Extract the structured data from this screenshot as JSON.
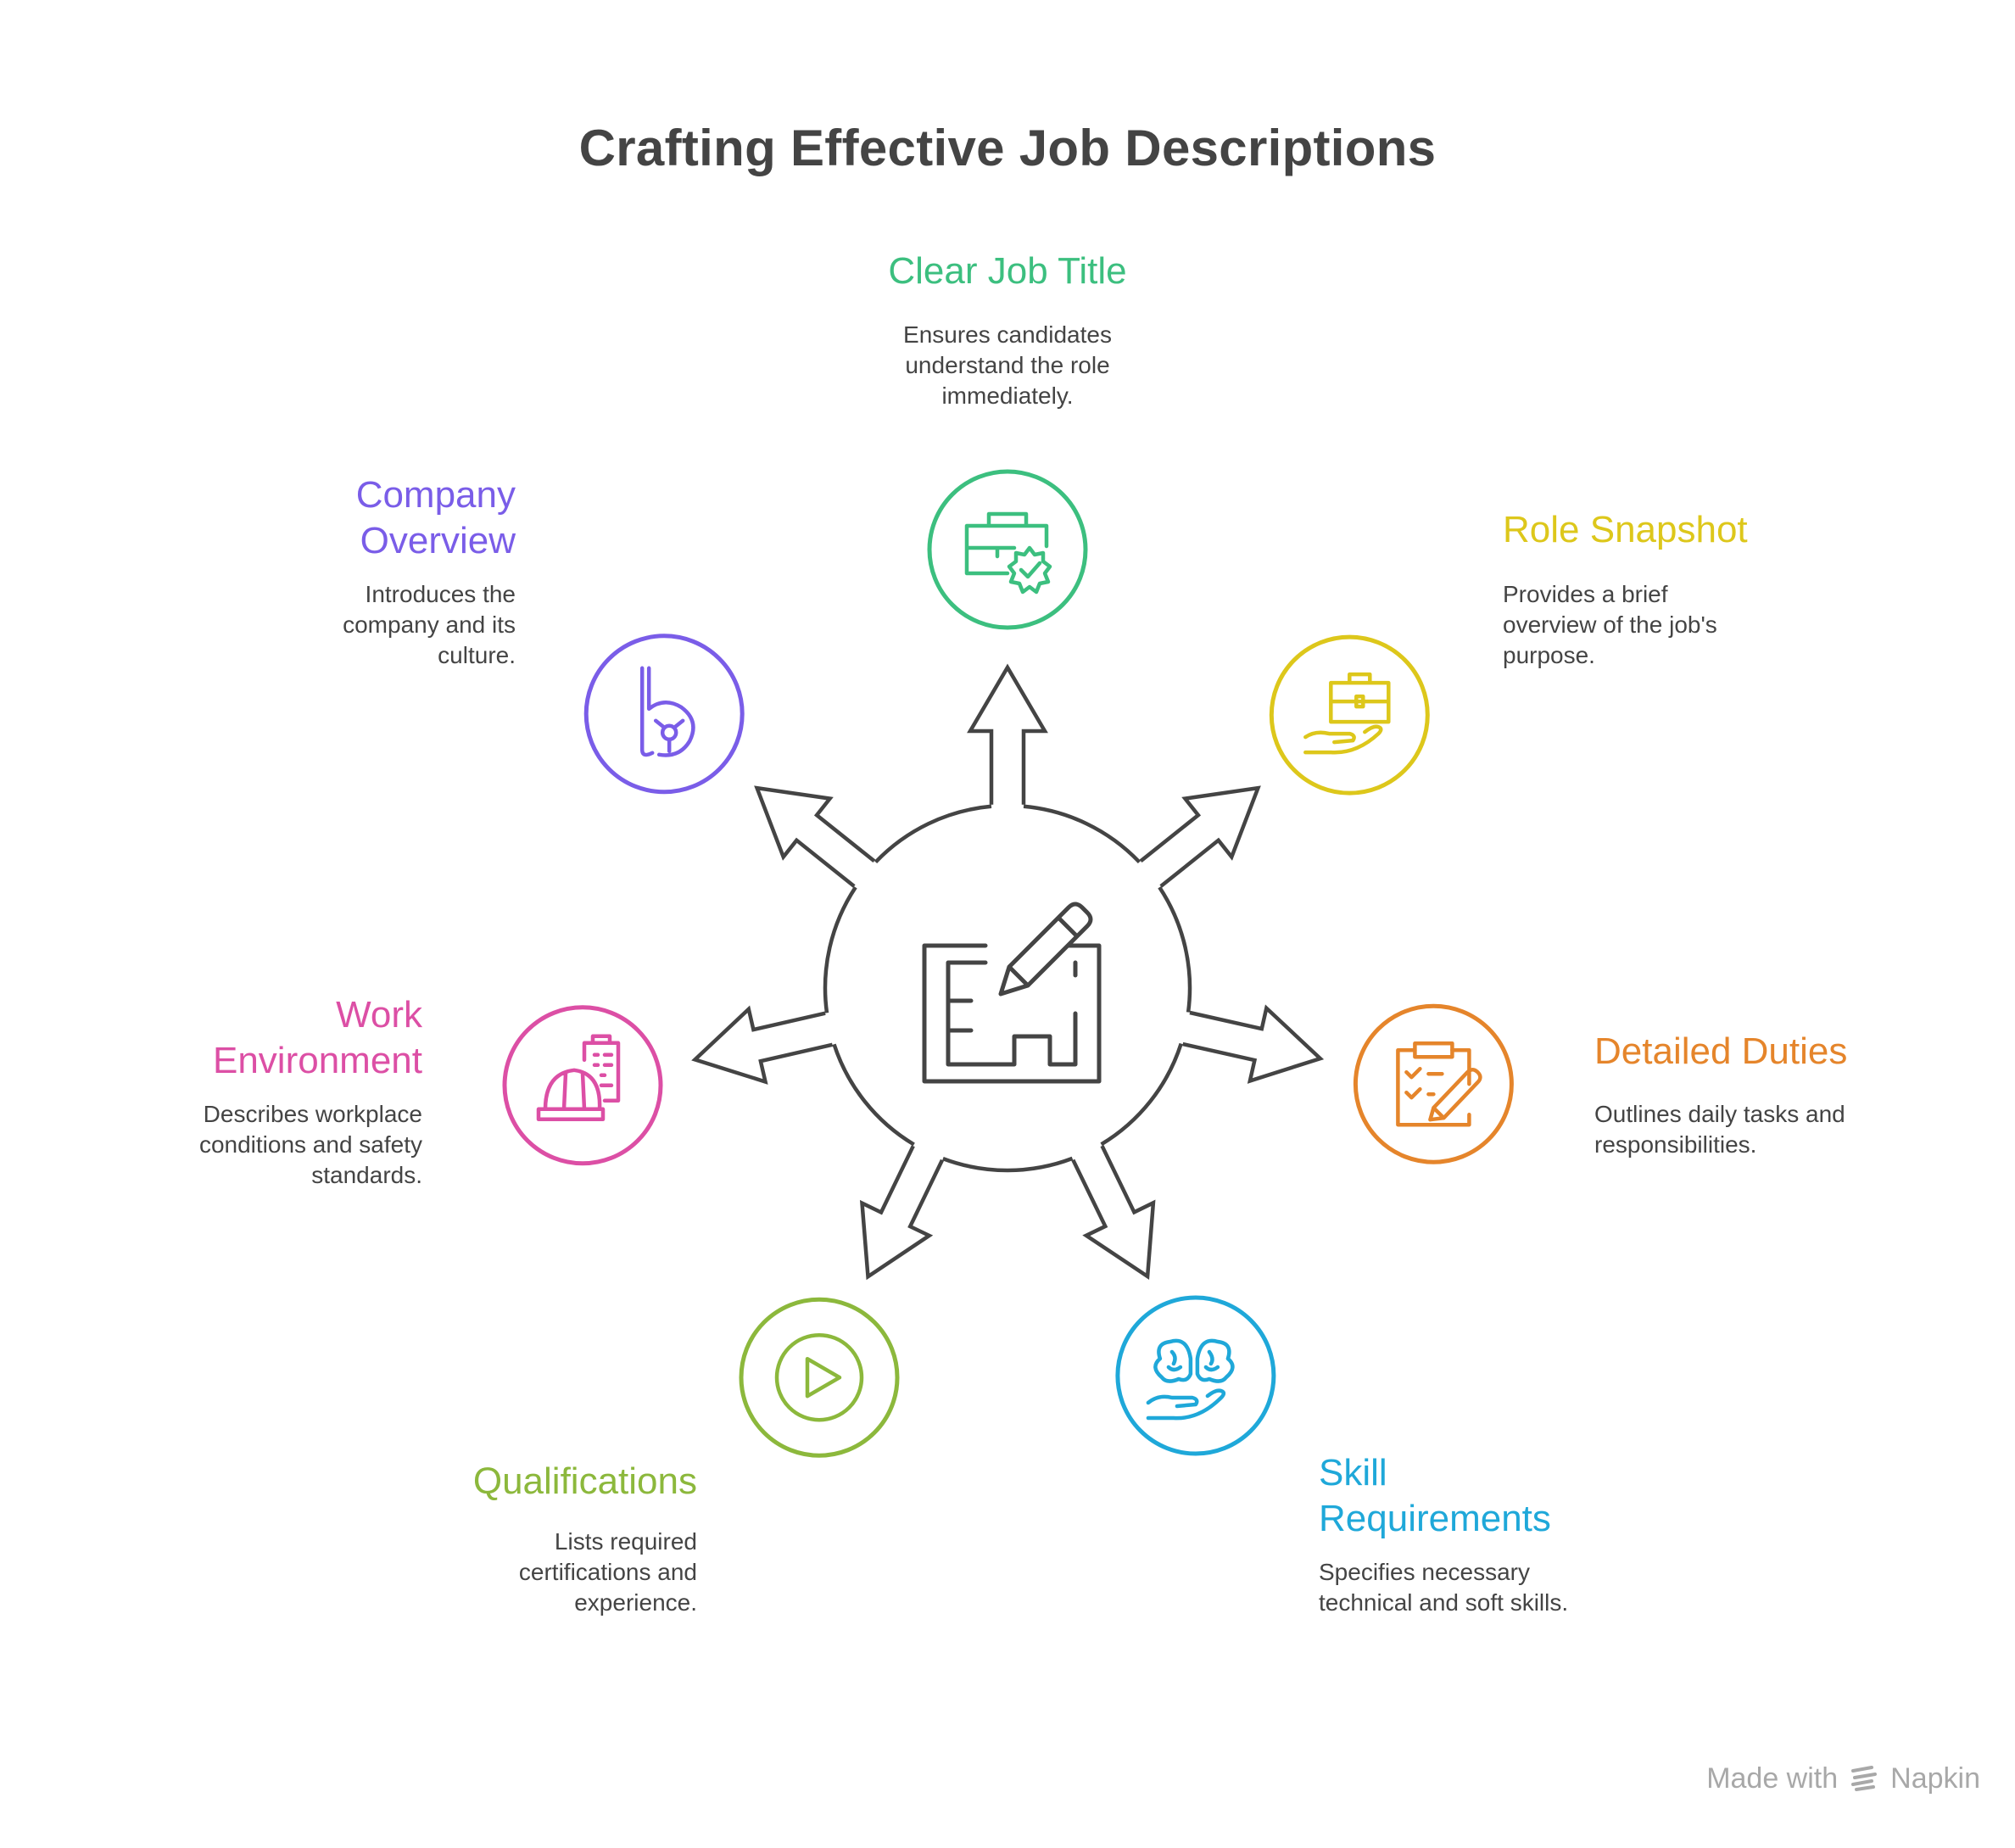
{
  "title": "Crafting Effective Job Descriptions",
  "hub": {
    "icon": "blueprint-pencil-icon",
    "stroke": "#444444"
  },
  "items": [
    {
      "id": "clear-job-title",
      "title": "Clear Job Title",
      "description": "Ensures candidates understand the role immediately.",
      "color": "#3cbf7f",
      "icon": "briefcase-badge-check-icon"
    },
    {
      "id": "role-snapshot",
      "title": "Role Snapshot",
      "description": "Provides a brief overview of the job's purpose.",
      "color": "#ddc71b",
      "icon": "hand-briefcase-icon"
    },
    {
      "id": "detailed-duties",
      "title": "Detailed Duties",
      "description": "Outlines daily tasks and responsibilities.",
      "color": "#e5852b",
      "icon": "clipboard-pencil-icon"
    },
    {
      "id": "skill-requirements",
      "title": "Skill Requirements",
      "description": "Specifies necessary technical and soft skills.",
      "color": "#1fa8d9",
      "icon": "hand-brain-icon"
    },
    {
      "id": "qualifications",
      "title": "Qualifications",
      "description": "Lists required certifications and experience.",
      "color": "#8cb83c",
      "icon": "play-circle-icon"
    },
    {
      "id": "work-environment",
      "title": "Work Environment",
      "description": "Describes workplace conditions and safety standards.",
      "color": "#dc4fa5",
      "icon": "hardhat-clipboard-icon"
    },
    {
      "id": "company-overview",
      "title": "Company Overview",
      "description": "Introduces the company and its culture.",
      "color": "#7a5de8",
      "icon": "company-logo-icon"
    }
  ],
  "footer": {
    "made_with": "Made with",
    "brand": "Napkin",
    "color": "#a8a8a8"
  }
}
